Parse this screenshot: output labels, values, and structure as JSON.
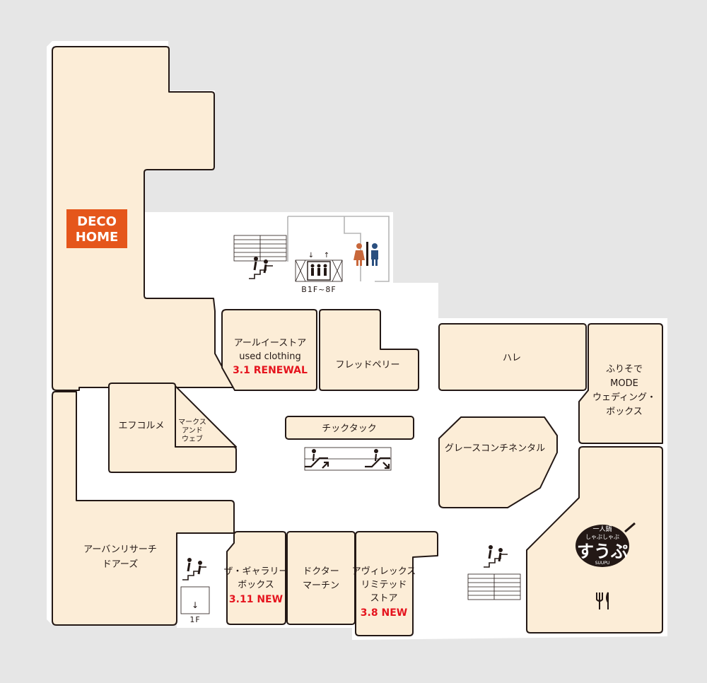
{
  "logo": {
    "line1": "DECO",
    "line2": "HOME",
    "color": "#e5561b"
  },
  "shops": {
    "urban": [
      "アーバンリサーチ",
      "ドアーズ"
    ],
    "efucolme": "エフコルメ",
    "marcs": [
      "マークス",
      "アンド",
      "ウェブ"
    ],
    "rie": {
      "name": "アールイーストア",
      "sub": "used clothing",
      "badge": "3.1 RENEWAL"
    },
    "fred": "フレッドペリー",
    "hare": "ハレ",
    "furisode": [
      "ふりそで",
      "MODE",
      "ウェディング・",
      "ボックス"
    ],
    "chikutaku": "チックタック",
    "grace": "グレースコンチネンタル",
    "gallery": {
      "lines": [
        "ザ・ギャラリー",
        "ボックス"
      ],
      "badge": "3.11 NEW"
    },
    "doctor": [
      "ドクター",
      "マーチン"
    ],
    "avirex": {
      "lines": [
        "アヴィレックス",
        "リミテッド",
        "ストア"
      ],
      "badge": "3.8 NEW"
    }
  },
  "suupu": {
    "top": "一人鍋",
    "middle": "しゃぶしゃぶ",
    "main": "すうぷ",
    "roman": "SUUPU"
  },
  "elevator_label": "B1F~8F",
  "stair_label": "1F",
  "colors": {
    "shop_fill": "#fcedd7",
    "red": "#e5141e",
    "female": "#c8673a",
    "male": "#2a4f7f"
  },
  "icons": [
    "stairs-icon",
    "escalator-up-icon",
    "escalator-down-icon",
    "elevator-icon",
    "restroom-icon",
    "restaurant-icon"
  ]
}
